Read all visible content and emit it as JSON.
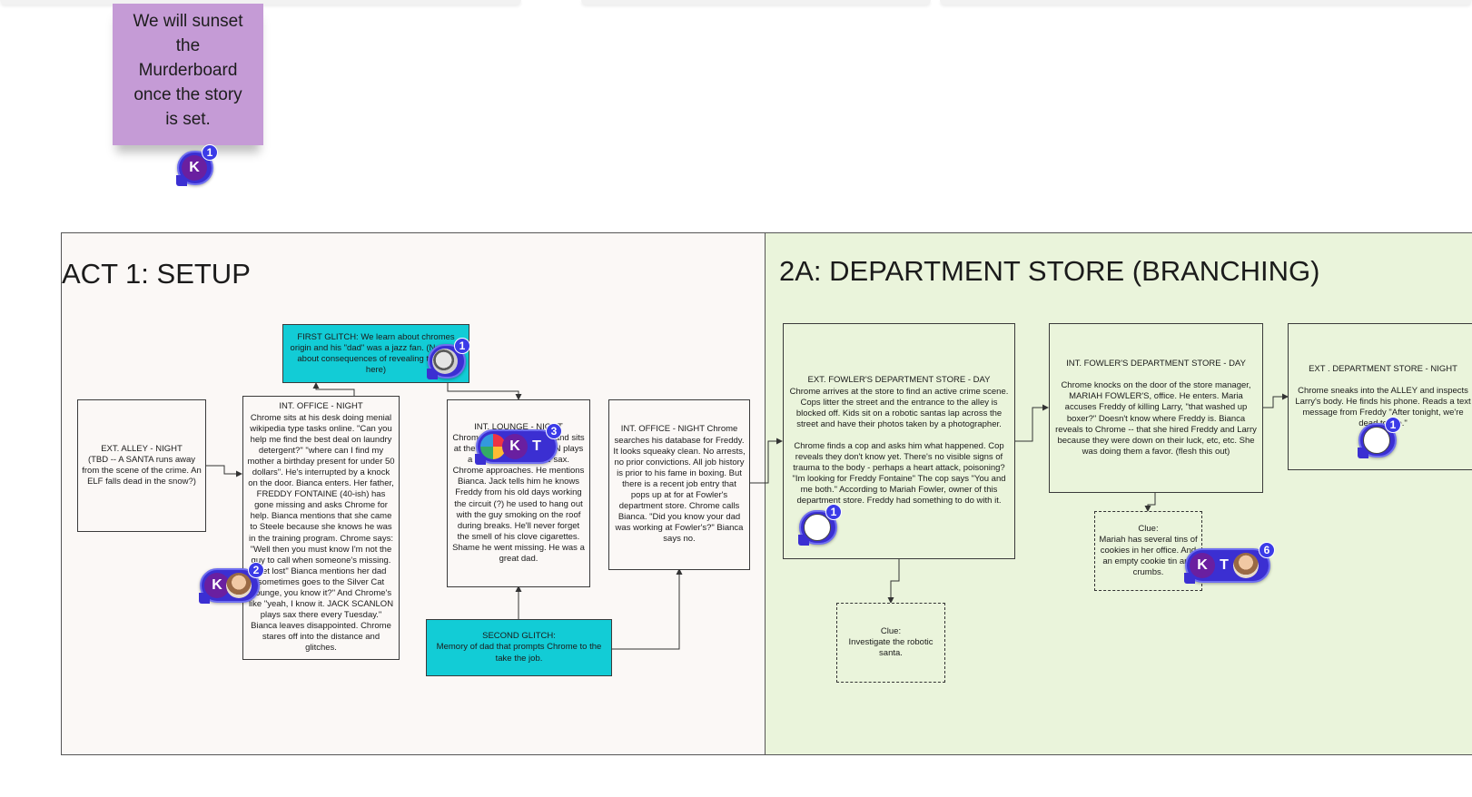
{
  "sticky_note": {
    "text": "We will sunset the Murderboard once the story is set."
  },
  "frames": {
    "act1": {
      "title": "ACT 1: SETUP"
    },
    "act2a": {
      "title": "2A: DEPARTMENT STORE (BRANCHING)"
    }
  },
  "cards": {
    "alley": "EXT. ALLEY - NIGHT\n(TBD -- A SANTA runs away from the scene of the crime. An ELF falls dead in the snow?)",
    "first_glitch": "FIRST GLITCH: We learn about chromes origin and his \"dad\" was a jazz fan. (Not sure about consequences of revealing the info here)",
    "office_night": "INT. OFFICE - NIGHT\nChrome sits at his desk doing menial wikipedia type tasks online. \"Can you help me find the best deal on laundry detergent?\" \"where can I find my mother a birthday present for under 50 dollars\". He's interrupted by a knock on the door. Bianca enters. Her father, FREDDY FONTAINE (40-ish) has gone missing and asks Chrome for help. Bianca mentions that she came to Steele because she knows he was in the training program. Chrome says: \"Well then you must know I'm not the guy to call when someone's missing. Get lost\" Bianca mentions her dad sometimes goes to the Silver Cat Lounge, you know it?\" And Chrome's like \"yeah, I know it. JACK SCANLON plays sax there every Tuesday.\" Bianca leaves disappointed. Chrome stares off into the distance and glitches.",
    "lounge": "INT. LOUNGE - NIGHT\nChrome enters the lounge and sits at the bar. JACK SCANLON plays a somber song on the sax. Chrome approaches. He mentions Bianca. Jack tells him he knows Freddy from his old days working the circuit (?) he used to hang out with the guy smoking on the roof during breaks. He'll never forget the smell of his clove cigarettes. Shame he went missing. He was a great dad.",
    "office_night_2": "INT. OFFICE - NIGHT Chrome searches his database for Freddy. It looks squeaky clean. No arrests, no prior convictions. All job history is prior to his fame in boxing. But there is a recent job entry that pops up at for at Fowler's department store. Chrome calls Bianca. \"Did you know your dad was working at Fowler's?\" Bianca says no.",
    "second_glitch": "SECOND GLITCH:\nMemory of dad that prompts Chrome to the take the job.",
    "fowlers_ext": "EXT. FOWLER'S DEPARTMENT STORE - DAY\nChrome arrives at the store to find an active crime scene. Cops litter the street and the entrance to the alley is blocked off. Kids sit on a robotic santas lap across the street and have their photos taken by a photographer.\n\nChrome finds a cop and asks him what happened. Cop reveals they don't know yet. There's no visible signs of trauma to the body - perhaps a heart attack, poisoning? \"Im looking for Freddy Fontaine\" The cop says \"You and me both.\" According to Mariah Fowler, owner of this department store. Freddy had something to do with it.",
    "fowlers_int": "INT. FOWLER'S DEPARTMENT STORE - DAY\n\nChrome knocks on the door of the store manager, MARIAH FOWLER'S, office. He enters. Maria accuses Freddy of killing Larry, \"that washed up boxer?\" Doesn't know where Freddy is. Bianca reveals to Chrome -- that she hired Freddy and Larry because they were down on their luck, etc, etc. She was doing them a favor. (flesh this out)",
    "store_ext_night": "EXT . DEPARTMENT STORE - NIGHT\n\nChrome sneaks into the ALLEY and inspects Larry's body. He finds his phone. Reads a text message from Freddy \"After tonight, we're dead to me.\"",
    "clue_santa": "Clue:\nInvestigate the robotic santa.",
    "clue_mariah": "Clue:\nMariah has several tins of cookies in her office. And an empty cookie tin and crumbs."
  },
  "comments": [
    {
      "id": "sticky",
      "avatars": [
        "K"
      ],
      "count": "1"
    },
    {
      "id": "first-glitch",
      "avatars": [
        "robot-icon"
      ],
      "count": "1"
    },
    {
      "id": "lounge",
      "avatars": [
        "colorful-icon",
        "K",
        "T"
      ],
      "count": "3"
    },
    {
      "id": "office",
      "avatars": [
        "K",
        "photo-icon"
      ],
      "count": "2"
    },
    {
      "id": "fowlers-ext",
      "avatars": [
        "cartoon-icon"
      ],
      "count": "1"
    },
    {
      "id": "clue-mariah",
      "avatars": [
        "K",
        "T",
        "photo-icon"
      ],
      "count": "6"
    },
    {
      "id": "store-night",
      "avatars": [
        "cartoon-icon"
      ],
      "count": "1"
    }
  ],
  "avatar_letters": {
    "k": "K",
    "t": "T"
  },
  "colors": {
    "act1_bg": "#fbf8f6",
    "act2_bg": "#eaf4db",
    "glitch_card": "#12ccd6",
    "sticky": "#c59bd6",
    "comment_bubble": "#3b2fd2"
  }
}
